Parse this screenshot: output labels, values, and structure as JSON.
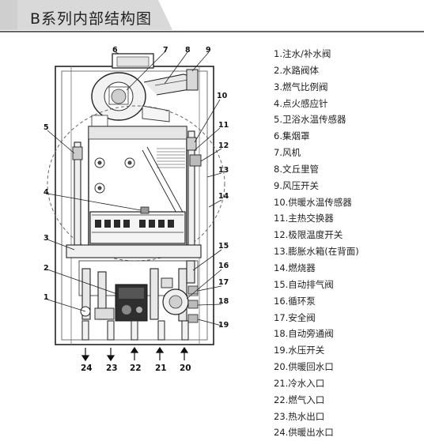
{
  "title": "B系列内部结构图",
  "legend": [
    "1.注水/补水阀",
    "2.水路阀体",
    "3.燃气比例阀",
    "4.点火感应针",
    "5.卫浴水温传感器",
    "6.集烟罩",
    "7.风机",
    "8.文丘里管",
    "9.风压开关",
    "10.供暖水温传感器",
    "11.主热交换器",
    "12.极限温度开关",
    "13.膨胀水箱(在背面)",
    "14.燃烧器",
    "15.自动排气阀",
    "16.循环泵",
    "17.安全阀",
    "18.自动旁通阀",
    "19.水压开关",
    "20.供暖回水口",
    "21.冷水入口",
    "22.燃气入口",
    "23.热水出口",
    "24.供暖出水口"
  ],
  "callouts": [
    "1",
    "2",
    "3",
    "4",
    "5",
    "6",
    "7",
    "8",
    "9",
    "10",
    "11",
    "12",
    "13",
    "14",
    "15",
    "16",
    "17",
    "18",
    "19"
  ],
  "connections": [
    "24",
    "23",
    "22",
    "21",
    "20"
  ]
}
